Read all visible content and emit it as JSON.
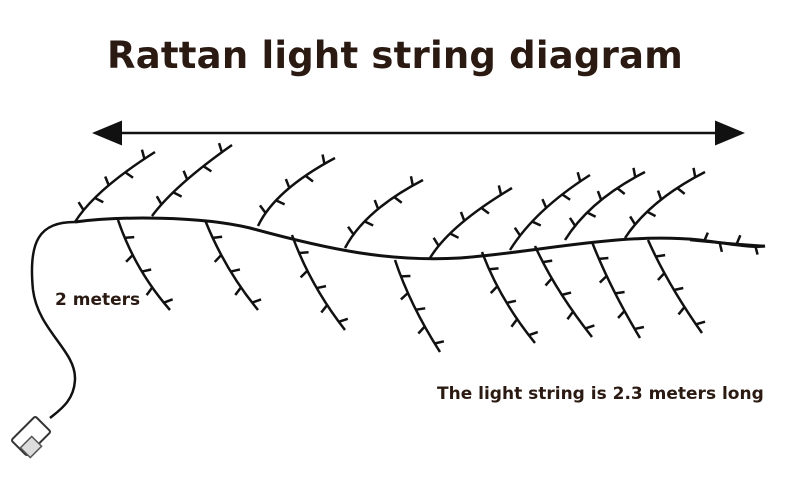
{
  "title": "Rattan light string diagram",
  "labels": {
    "cable_length": "2 meters",
    "total_length": "The light string is 2.3 meters long"
  },
  "colors": {
    "text": "#2a1a12",
    "line": "#111111",
    "background": "#ffffff"
  },
  "icons": {
    "plug": "usb-plug-icon",
    "arrow": "double-arrow"
  }
}
